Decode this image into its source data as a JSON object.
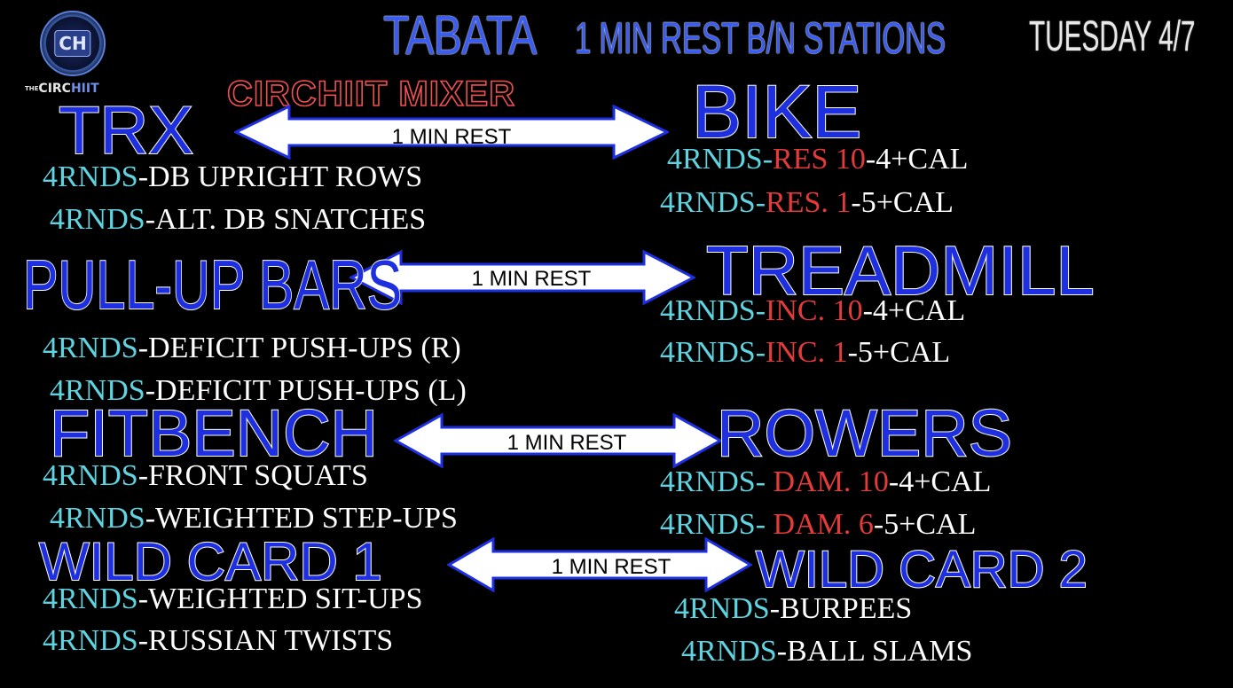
{
  "header": {
    "title": "TABATA",
    "subtitle": "1 MIN REST B/N STATIONS",
    "day": "TUESDAY 4/7",
    "mixer": "CIRCHIIT MIXER"
  },
  "brand": {
    "logo_text": "CH",
    "name_prefix": "THE",
    "name_main": "CIRC",
    "name_accent": "HIIT"
  },
  "arrows": [
    {
      "label": "1 MIN REST"
    },
    {
      "label": "1 MIN REST"
    },
    {
      "label": "1 MIN REST"
    },
    {
      "label": "1 MIN REST"
    }
  ],
  "stations": {
    "trx": {
      "title": "TRX",
      "lines": [
        {
          "rnds": "4RNDS",
          "text": "-DB UPRIGHT ROWS"
        },
        {
          "rnds": "4RNDS",
          "text": "-ALT. DB SNATCHES"
        }
      ]
    },
    "bike": {
      "title": "BIKE",
      "lines": [
        {
          "rnds": "4RNDS-",
          "red": "RES 10",
          "text": "-4+CAL"
        },
        {
          "rnds": "4RNDS-",
          "red": "RES. 1",
          "text": "-5+CAL"
        }
      ]
    },
    "pullup": {
      "title": "PULL-UP BARS",
      "lines": [
        {
          "rnds": "4RNDS",
          "text": "-DEFICIT PUSH-UPS (R)"
        },
        {
          "rnds": "4RNDS",
          "text": "-DEFICIT PUSH-UPS (L)"
        }
      ]
    },
    "treadmill": {
      "title": "TREADMILL",
      "lines": [
        {
          "rnds": "4RNDS-",
          "red": "INC. 10",
          "text": "-4+CAL"
        },
        {
          "rnds": "4RNDS-",
          "red": "INC. 1",
          "text": "-5+CAL"
        }
      ]
    },
    "fitbench": {
      "title": "FITBENCH",
      "lines": [
        {
          "rnds": "4RNDS",
          "text": "-FRONT SQUATS"
        },
        {
          "rnds": "4RNDS",
          "text": "-WEIGHTED STEP-UPS"
        }
      ]
    },
    "rowers": {
      "title": "ROWERS",
      "lines": [
        {
          "rnds": "4RNDS- ",
          "red": "DAM. 10",
          "text": "-4+CAL"
        },
        {
          "rnds": "4RNDS- ",
          "red": "DAM. 6",
          "text": "-5+CAL"
        }
      ]
    },
    "wild1": {
      "title": "WILD CARD 1",
      "lines": [
        {
          "rnds": "4RNDS",
          "text": "-WEIGHTED SIT-UPS"
        },
        {
          "rnds": "4RNDS",
          "text": "-RUSSIAN TWISTS"
        }
      ]
    },
    "wild2": {
      "title": "WILD CARD 2",
      "lines": [
        {
          "rnds": "4RNDS",
          "text": "-BURPEES"
        },
        {
          "rnds": "4RNDS",
          "text": "-BALL SLAMS"
        }
      ]
    }
  },
  "colors": {
    "background": "#000000",
    "station_blue": "#1e2fe0",
    "rounds_cyan": "#5fd3e0",
    "setting_red": "#e43a3a",
    "mixer_red": "#f05050"
  }
}
